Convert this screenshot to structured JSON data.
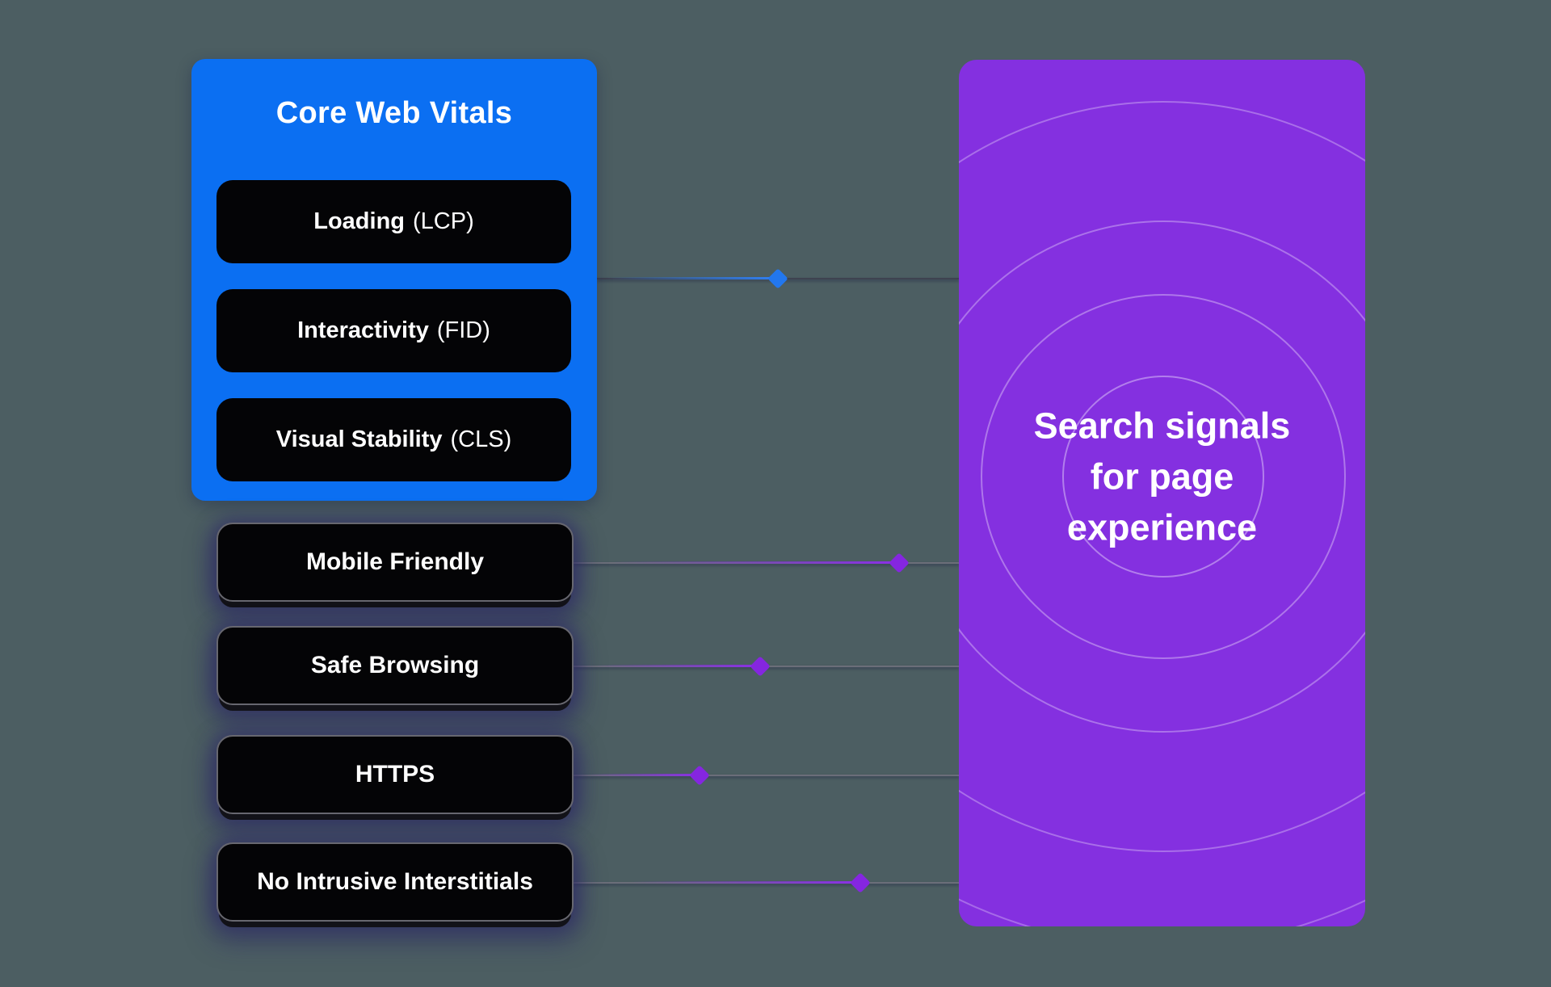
{
  "colors": {
    "background": "#4c5e62",
    "blue_panel": "#0b6ff2",
    "black_pill": "#040406",
    "purple_panel": "#8430e0",
    "diamond_blue": "#2277ee",
    "diamond_purple": "#8526e0",
    "line_gray": "#6b6e79",
    "line_dark": "#3e4250",
    "pill_border": "#67676f"
  },
  "core_web_vitals": {
    "title": "Core Web Vitals",
    "items": [
      {
        "label": "Loading",
        "abbr": "(LCP)"
      },
      {
        "label": "Interactivity",
        "abbr": "(FID)"
      },
      {
        "label": "Visual Stability",
        "abbr": "(CLS)"
      }
    ]
  },
  "other_signals": [
    {
      "label": "Mobile Friendly"
    },
    {
      "label": "Safe Browsing"
    },
    {
      "label": "HTTPS"
    },
    {
      "label": "No Intrusive Interstitials"
    }
  ],
  "result_panel": {
    "title_line1": "Search signals",
    "title_line2": "for page",
    "title_line3": "experience"
  }
}
